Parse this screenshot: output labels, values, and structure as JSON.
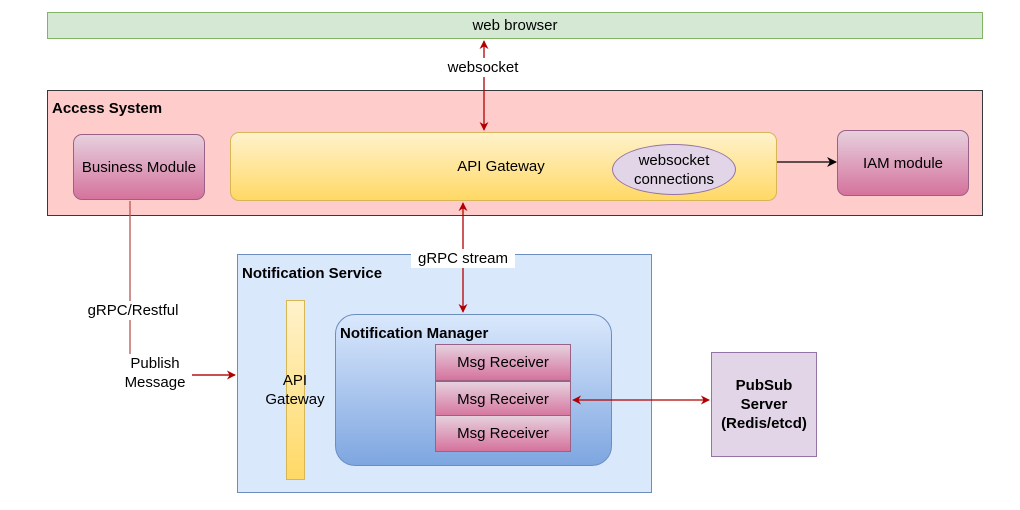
{
  "colors": {
    "arrow_red": "#b20000",
    "arrow_dark_red": "#a50000",
    "arrow_black": "#000000",
    "line_plain": "#b85450"
  },
  "nodes": {
    "web_browser": "web browser",
    "access_system": "Access System",
    "business_module": "Business Module",
    "api_gateway": "API Gateway",
    "websocket_connections": [
      "websocket",
      "connections"
    ],
    "iam_module": "IAM module",
    "notification_service": "Notification Service",
    "api_gateway_side": [
      "API",
      "Gateway"
    ],
    "notification_manager": "Notification Manager",
    "msg_receivers": [
      "Msg Receiver",
      "Msg Receiver",
      "Msg Receiver"
    ],
    "pubsub_server": [
      "PubSub",
      "Server",
      "(Redis/etcd)"
    ]
  },
  "edges": {
    "websocket": "websocket",
    "grpc_stream": "gRPC stream",
    "grpc_restful": "gRPC/Restful",
    "publish_message": [
      "Publish",
      "Message"
    ]
  }
}
